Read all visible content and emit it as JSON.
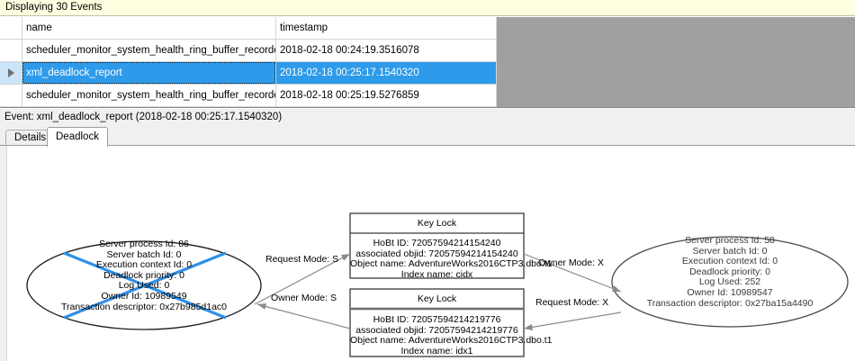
{
  "infobar": {
    "text": "Displaying 30 Events"
  },
  "grid": {
    "columns": [
      "",
      "name",
      "timestamp"
    ],
    "rows": [
      {
        "marker": "",
        "name": "scheduler_monitor_system_health_ring_buffer_recorded",
        "timestamp": "2018-02-18 00:24:19.3516078",
        "selected": false
      },
      {
        "marker": "play-triangle",
        "name": "xml_deadlock_report",
        "timestamp": "2018-02-18 00:25:17.1540320",
        "selected": true
      },
      {
        "marker": "",
        "name": "scheduler_monitor_system_health_ring_buffer_recorded",
        "timestamp": "2018-02-18 00:25:19.5276859",
        "selected": false
      }
    ],
    "selection_color": "#2E9BEA",
    "empty_area_color": "#A0A0A0"
  },
  "event_caption": {
    "text": "Event: xml_deadlock_report (2018-02-18 00:25:17.1540320)"
  },
  "tabs": [
    {
      "label": "Details",
      "active": false
    },
    {
      "label": "Deadlock",
      "active": true
    }
  ],
  "deadlock_graph": {
    "victim_cross_color": "#2E8FE8",
    "processes": [
      {
        "id": "left-process",
        "victim": true,
        "lines": [
          "Server process Id: 86",
          "Server batch Id: 0",
          "Execution context Id: 0",
          "Deadlock priority: 0",
          "Log Used: 0",
          "Owner Id: 10989549",
          "Transaction descriptor: 0x27b985d1ac0"
        ]
      },
      {
        "id": "right-process",
        "victim": false,
        "lines": [
          "Server process Id: 58",
          "Server batch Id: 0",
          "Execution context Id: 0",
          "Deadlock priority: 0",
          "Log Used: 252",
          "Owner Id: 10989547",
          "Transaction descriptor: 0x27ba15a4490"
        ]
      }
    ],
    "resources": [
      {
        "id": "key-lock-top",
        "title": "Key Lock",
        "lines": [
          "HoBt ID: 72057594214154240",
          "associated objid: 72057594214154240",
          "Object name: AdventureWorks2016CTP3.dbo.t1",
          "Index name: cidx"
        ]
      },
      {
        "id": "key-lock-bottom",
        "title": "Key Lock",
        "lines": [
          "HoBt ID: 72057594214219776",
          "associated objid: 72057594214219776",
          "Object name: AdventureWorks2016CTP3.dbo.t1",
          "Index name: idx1"
        ]
      }
    ],
    "edges": [
      {
        "id": "edge-left-request-top",
        "label": "Request Mode: S"
      },
      {
        "id": "edge-right-owner-top",
        "label": "Owner Mode: X"
      },
      {
        "id": "edge-left-owner-bottom",
        "label": "Owner Mode: S"
      },
      {
        "id": "edge-right-request-bottom",
        "label": "Request Mode: X"
      }
    ]
  }
}
